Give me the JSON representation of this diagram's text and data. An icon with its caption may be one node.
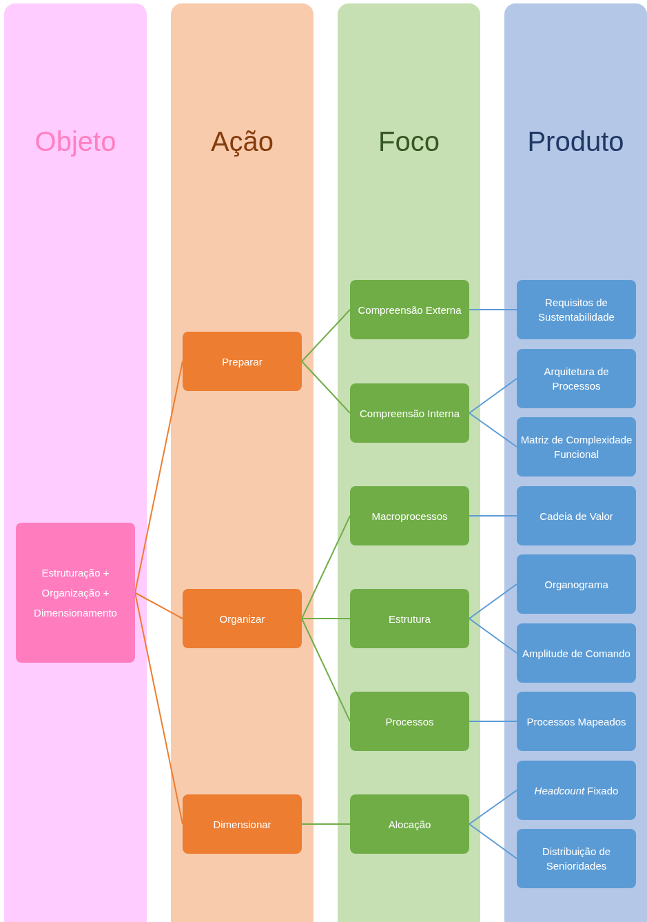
{
  "diagram": {
    "nodes": [
      {
        "text": [
          "Objeto"
        ]
      },
      {
        "text": [
          "Ação"
        ]
      },
      {
        "text": [
          "Foco"
        ]
      },
      {
        "text": [
          "Produto"
        ]
      },
      {
        "text": [
          "Estruturação + Organização + Dimensionamento"
        ],
        "in": 0
      },
      {
        "text": [
          "Preparar"
        ],
        "in": 1
      },
      {
        "text": [
          "Organizar"
        ],
        "in": 1
      },
      {
        "text": [
          "Dimensionar"
        ],
        "in": 1
      },
      {
        "text": [
          "Compreensão Externa"
        ],
        "in": 2
      },
      {
        "text": [
          "Compreensão Interna"
        ],
        "in": 2
      },
      {
        "text": [
          "Macroprocessos"
        ],
        "in": 2
      },
      {
        "text": [
          "Estrutura"
        ],
        "in": 2
      },
      {
        "text": [
          "Processos"
        ],
        "in": 2
      },
      {
        "text": [
          "Alocação"
        ],
        "in": 2
      },
      {
        "text": [
          "Requisitos de Sustentabilidade"
        ],
        "in": 3
      },
      {
        "text": [
          "Arquitetura de Processos"
        ],
        "in": 3
      },
      {
        "text": [
          "Matriz de Complexidade Funcional"
        ],
        "in": 3
      },
      {
        "text": [
          "Cadeia de Valor"
        ],
        "in": 3
      },
      {
        "text": [
          "Organograma"
        ],
        "in": 3
      },
      {
        "text": [
          "Amplitude de Comando"
        ],
        "in": 3
      },
      {
        "text": [
          "Processos Mapeados"
        ],
        "in": 3
      },
      {
        "text": [
          "*Headcount* Fixado"
        ],
        "in": 3
      },
      {
        "text": [
          "Distribuição de Senioridades"
        ],
        "in": 3
      }
    ],
    "edges": [
      {
        "from": 4,
        "to": 5,
        "arrow": "none",
        "color": "#ed7d31"
      },
      {
        "from": 4,
        "to": 6,
        "arrow": "none",
        "color": "#ed7d31"
      },
      {
        "from": 4,
        "to": 7,
        "arrow": "none",
        "color": "#ed7d31"
      },
      {
        "from": 5,
        "to": 8,
        "arrow": "none",
        "color": "#70ad47"
      },
      {
        "from": 5,
        "to": 9,
        "arrow": "none",
        "color": "#70ad47"
      },
      {
        "from": 6,
        "to": 10,
        "arrow": "none",
        "color": "#70ad47"
      },
      {
        "from": 6,
        "to": 11,
        "arrow": "none",
        "color": "#70ad47"
      },
      {
        "from": 6,
        "to": 12,
        "arrow": "none",
        "color": "#70ad47"
      },
      {
        "from": 7,
        "to": 13,
        "arrow": "none",
        "color": "#70ad47"
      },
      {
        "from": 8,
        "to": 14,
        "arrow": "none"
      },
      {
        "from": 9,
        "to": 15,
        "arrow": "none"
      },
      {
        "from": 9,
        "to": 16,
        "arrow": "none"
      },
      {
        "from": 10,
        "to": 17,
        "arrow": "none"
      },
      {
        "from": 11,
        "to": 18,
        "arrow": "none"
      },
      {
        "from": 11,
        "to": 19,
        "arrow": "none"
      },
      {
        "from": 12,
        "to": 20,
        "arrow": "none"
      },
      {
        "from": 13,
        "to": 21,
        "arrow": "none"
      },
      {
        "from": 13,
        "to": 22,
        "arrow": "none"
      }
    ]
  }
}
